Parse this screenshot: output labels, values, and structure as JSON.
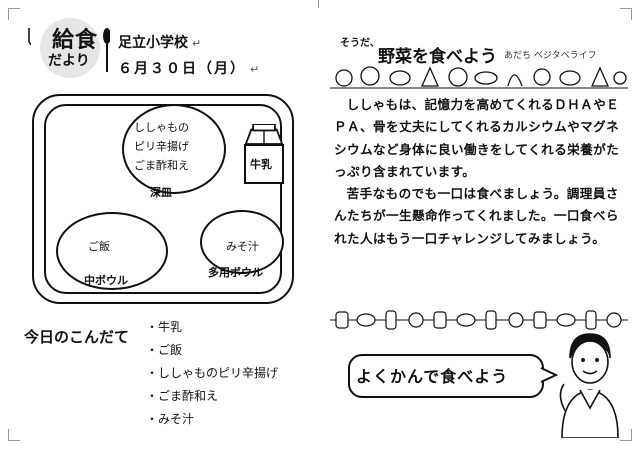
{
  "header": {
    "logo_line1": "給食",
    "logo_line2": "だより",
    "school": "足立小学校",
    "date": "６月３０日（月）"
  },
  "tray": {
    "deep_plate_items": [
      "ししゃもの",
      "ピリ辛揚げ",
      "ごま酢和え"
    ],
    "deep_plate_label": "深皿",
    "milk_label": "牛乳",
    "middle_bowl_item": "ご飯",
    "middle_bowl_label": "中ボウル",
    "multi_bowl_item": "みそ汁",
    "multi_bowl_label": "多用ボウル"
  },
  "menu": {
    "heading": "今日のこんだて",
    "items": [
      "・牛乳",
      "・ご飯",
      "・ししゃものピリ辛揚げ",
      "・ごま酢和え",
      "・みそ汁"
    ]
  },
  "article": {
    "prefix": "そうだ、",
    "title": "野菜を食べよう",
    "subtitle": "あだち ベジタベライフ",
    "paragraph1": "ししゃもは、記憶力を高めてくれるＤＨＡやＥＰＡ、骨を丈夫にしてくれるカルシウムやマグネシウムなど身体に良い働きをしてくれる栄養がたっぷり含まれています。",
    "paragraph2": "苦手なものでも一口は食べましょう。調理員さんたちが一生懸命作ってくれました。一口食べられた人はもう一口チャレンジしてみましょう。",
    "bubble": "よくかんで食べよう"
  },
  "icons": {
    "fork": "fork-icon",
    "spoon": "spoon-icon",
    "milk": "milk-carton-icon",
    "vegetables": "vegetables-icon",
    "person": "person-icon"
  }
}
